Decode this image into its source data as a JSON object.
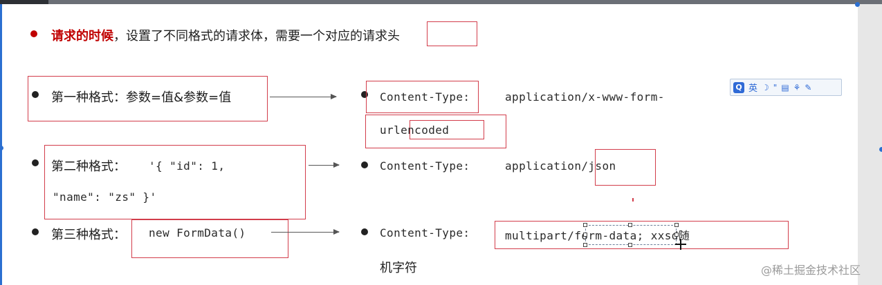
{
  "heading": {
    "bold_text": "请求的时候",
    "rest_text": "，设置了不同格式的请求体，需要一个对应的请求头"
  },
  "rows": [
    {
      "label": "第一种格式：参数=值&参数=值",
      "content_type_key": "Content-Type:",
      "content_type_value_line1": "application/x-www-form-",
      "content_type_value_line2": "urlencoded"
    },
    {
      "label": "第二种格式：",
      "body_line1": "'{ \"id\": 1,",
      "body_line2": "\"name\": \"zs\" }'",
      "content_type_key": "Content-Type:",
      "content_type_value": "application/json"
    },
    {
      "label": "第三种格式：",
      "body": "new FormData()",
      "content_type_key": "Content-Type:",
      "content_type_value": "multipart/form-data; xxsd随",
      "content_type_value_line2": "机字符"
    }
  ],
  "ime_toolbar": {
    "logo": "Q",
    "language": "英",
    "icons": [
      "moon-icon",
      "quote-icon",
      "keyboard-icon",
      "tools-icon",
      "wrench-icon"
    ]
  },
  "watermark": "@稀土掘金技术社区",
  "colors": {
    "accent_red": "#c00000",
    "box_red": "#d23c4a",
    "selection_blue": "#2b6fd1"
  }
}
